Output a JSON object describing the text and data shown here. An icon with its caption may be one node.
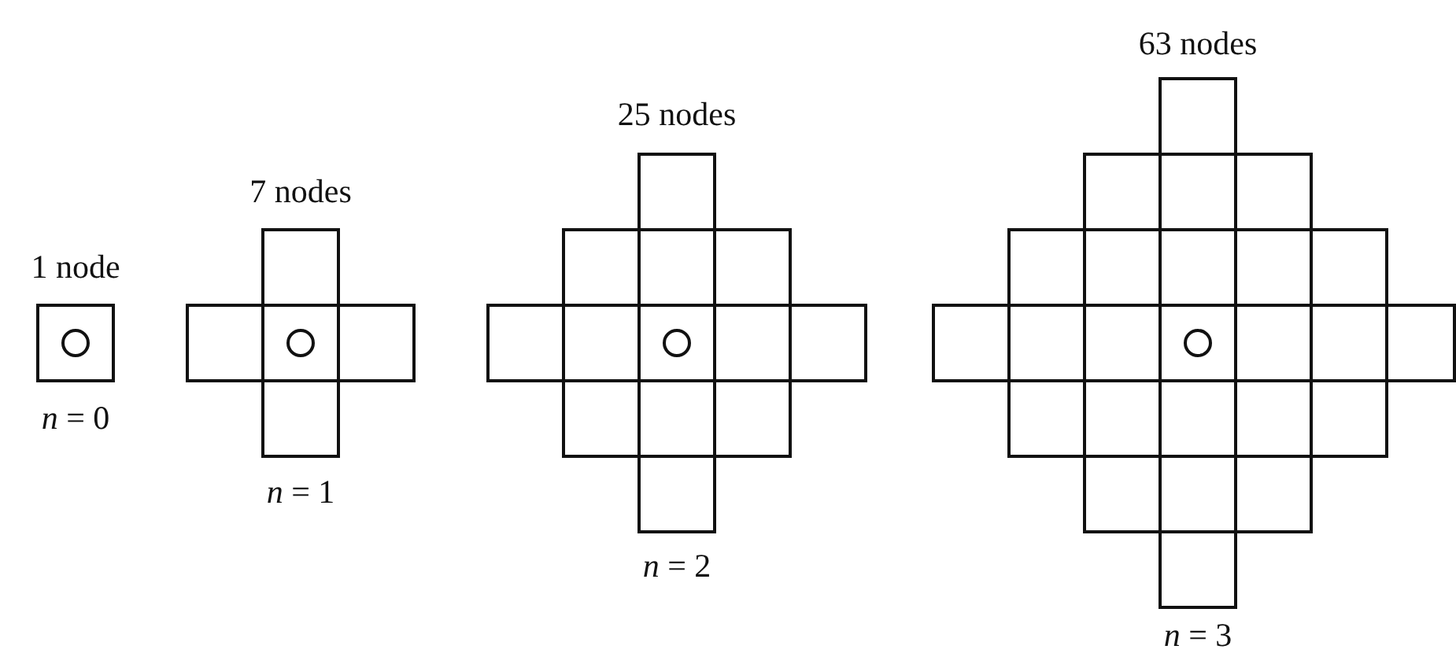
{
  "diagram": {
    "labels": [
      "1 node",
      "*n* = 0",
      "7 nodes",
      "*n* = 1",
      "25 nodes",
      "*n* = 2",
      "63 nodes",
      "*n* = 3"
    ]
  }
}
